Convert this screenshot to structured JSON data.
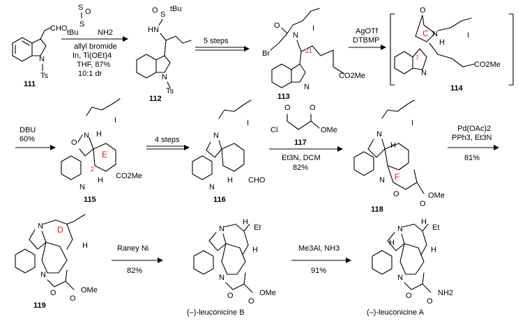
{
  "compounds": [
    "111",
    "112",
    "113",
    "114",
    "115",
    "116",
    "117",
    "118",
    "119"
  ],
  "products": [
    "(–)-leuconicine B",
    "(–)-leuconicine A"
  ],
  "arrows": [
    {
      "lines": [
        "allyl bromide",
        "In, Ti(OEt)4",
        "THF, 87%",
        "10:1 dr"
      ]
    },
    {
      "lines": [
        "5 steps"
      ]
    },
    {
      "lines": [
        "AgOTf",
        "DTBMP"
      ]
    },
    {
      "lines": [
        "DBU",
        "60%"
      ]
    },
    {
      "lines": [
        "4 steps"
      ]
    },
    {
      "lines": [
        "Et3N, DCM",
        "82%"
      ]
    },
    {
      "lines": [
        "Pd(OAc)2",
        "PPh3, Et3N",
        "81%"
      ]
    },
    {
      "lines": [
        "Raney Ni",
        "82%"
      ]
    },
    {
      "lines": [
        "Me3Al, NH3",
        "91%"
      ]
    }
  ],
  "atoms": {
    "cho": "CHO",
    "ts": "Ts",
    "tbu": "tBu",
    "s": "S",
    "nh2": "NH2",
    "o": "O",
    "hn": "HN",
    "n": "N",
    "nh": "N",
    "h": "H",
    "br": "Br",
    "i": "I",
    "co2me": "CO2Me",
    "ome": "OMe",
    "cl": "Cl",
    "et": "Et",
    "nh2amide": "NH2"
  },
  "ring_labels": {
    "c": "C",
    "e": "E",
    "f": "F",
    "d": "D"
  },
  "positions": {
    "p21": "21",
    "p7": "7",
    "p2": "2"
  },
  "colors": {
    "ring_label": "#d62020",
    "ink": "#000000"
  }
}
